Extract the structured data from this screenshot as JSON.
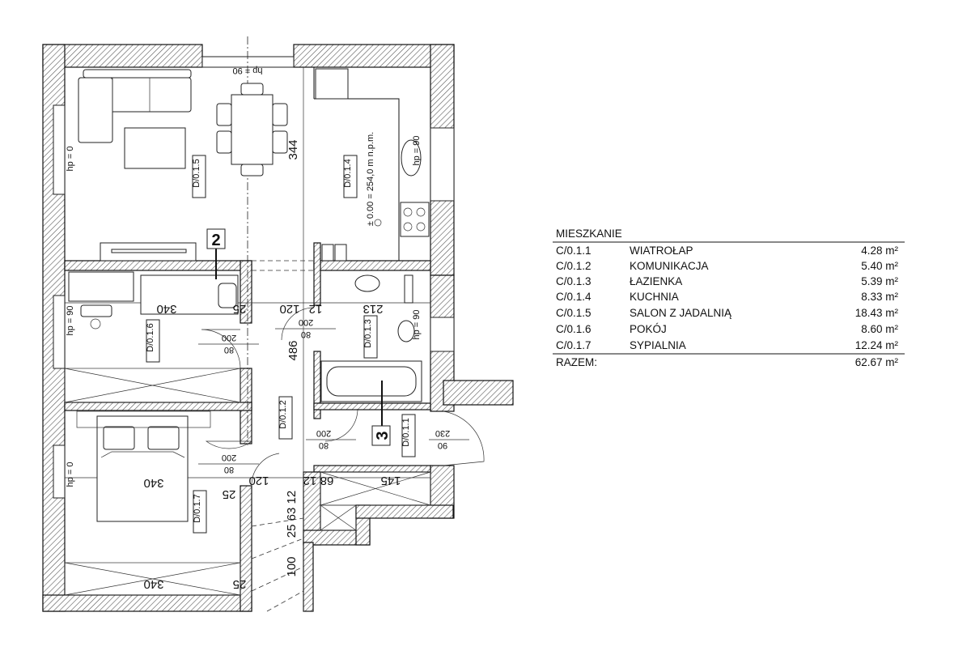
{
  "table": {
    "title": "MIESZKANIE",
    "rows": [
      {
        "code": "C/0.1.1",
        "name": "WIATROŁAP",
        "area": "4.28 m²"
      },
      {
        "code": "C/0.1.2",
        "name": "KOMUNIKACJA",
        "area": "5.40 m²"
      },
      {
        "code": "C/0.1.3",
        "name": "ŁAZIENKA",
        "area": "5.39 m²"
      },
      {
        "code": "C/0.1.4",
        "name": "KUCHNIA",
        "area": "8.33 m²"
      },
      {
        "code": "C/0.1.5",
        "name": "SALON Z JADALNIĄ",
        "area": "18.43 m²"
      },
      {
        "code": "C/0.1.6",
        "name": "POKÓJ",
        "area": "8.60 m²"
      },
      {
        "code": "C/0.1.7",
        "name": "SYPIALNIA",
        "area": "12.24 m²"
      }
    ],
    "total_label": "RAZEM:",
    "total_area": "62.67 m²"
  },
  "plan": {
    "rooms": {
      "r1": "D/0.1.1",
      "r2": "D/0.1.2",
      "r3": "D/0.1.3",
      "r4": "D/0.1.4",
      "r5": "D/0.1.5",
      "r6": "D/0.1.6",
      "r7": "D/0.1.7"
    },
    "sections": {
      "s2": "2",
      "s3": "3"
    },
    "level": "± 0.00 = 254,0 m n.p.m.",
    "hp": {
      "top": "hp = 90",
      "salon": "hp = 0",
      "kitchen": "hp = 90",
      "pokoj": "hp = 90",
      "bath": "hp = 90",
      "bedroom": "hp = 0"
    },
    "dims": {
      "d344": "344",
      "d486": "486",
      "p340": "340",
      "p25": "25",
      "c120": "120",
      "c12": "12",
      "b213": "213",
      "door1_h": "200",
      "door1_w": "80",
      "door2_h": "200",
      "door2_w": "80",
      "door3_h": "200",
      "door3_w": "80",
      "door4_h": "230",
      "door4_w": "90",
      "door5_h": "200",
      "door5_w": "80",
      "s340": "340",
      "s25": "25",
      "st120": "120",
      "x68": "68",
      "x12": "12",
      "x145": "145",
      "v256312": "25 63 12",
      "v100": "100",
      "w340": "340",
      "w25": "25"
    }
  }
}
